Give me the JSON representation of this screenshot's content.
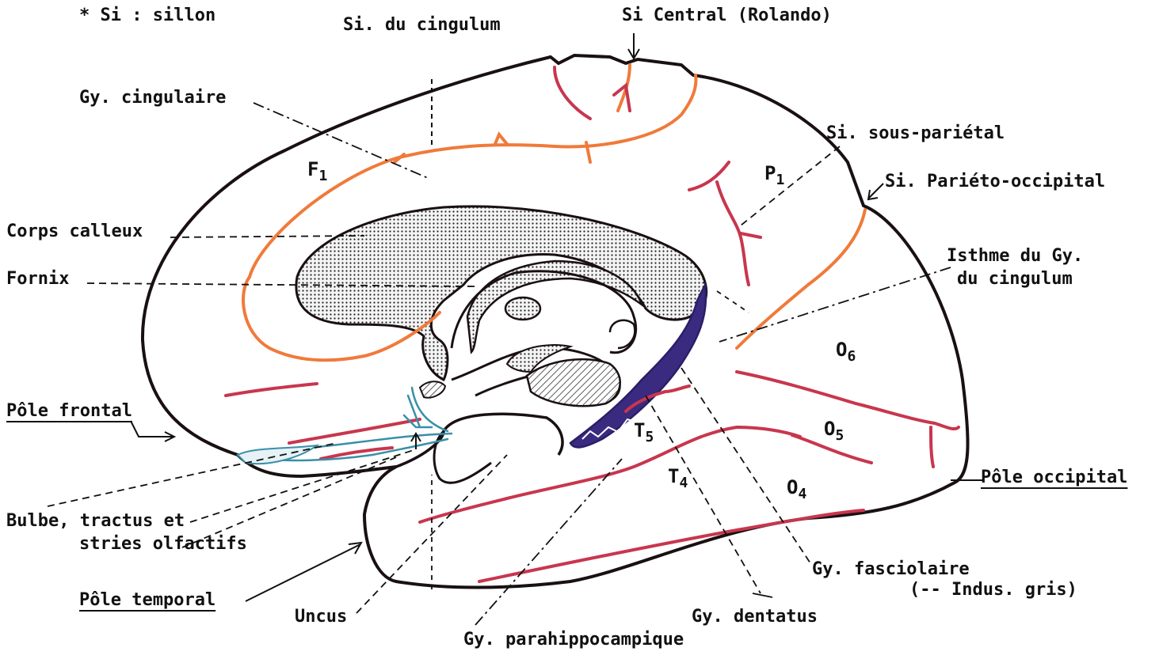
{
  "legend": "* Si : sillon",
  "labels": {
    "si_cingulum": "Si. du cingulum",
    "si_central": "Si Central (Rolando)",
    "gy_cingulaire": "Gy. cingulaire",
    "si_sous_parietal": "Si. sous-pariétal",
    "si_parieto_occipital": "Si. Pariéto-occipital",
    "corps_calleux": "Corps calleux",
    "fornix": "Fornix",
    "isthme_1": "Isthme du Gy.",
    "isthme_2": "du cingulum",
    "pole_frontal": "Pôle frontal",
    "pole_occipital": "Pôle occipital",
    "bulbe_1": "Bulbe, tractus et",
    "bulbe_2": "stries olfactifs",
    "pole_temporal": "Pôle temporal",
    "uncus": "Uncus",
    "gy_parahippocampique": "Gy. parahippocampique",
    "gy_dentatus": "Gy. dentatus",
    "gy_fasciolaire": "Gy. fasciolaire",
    "indus_gris": "(-- Indus. gris)"
  },
  "regions": {
    "f1": {
      "main": "F",
      "sub": "1"
    },
    "p1": {
      "main": "P",
      "sub": "1"
    },
    "o6": {
      "main": "O",
      "sub": "6"
    },
    "o5": {
      "main": "O",
      "sub": "5"
    },
    "o4": {
      "main": "O",
      "sub": "4"
    },
    "t5": {
      "main": "T",
      "sub": "5"
    },
    "t4": {
      "main": "T",
      "sub": "4"
    }
  },
  "colors": {
    "outline": "#1a1012",
    "orange_sulcus": "#f07a3a",
    "red_sulcus": "#c8364e",
    "blue_olfactory": "#3a8fa8",
    "navy_dentate": "#2a1f66"
  }
}
